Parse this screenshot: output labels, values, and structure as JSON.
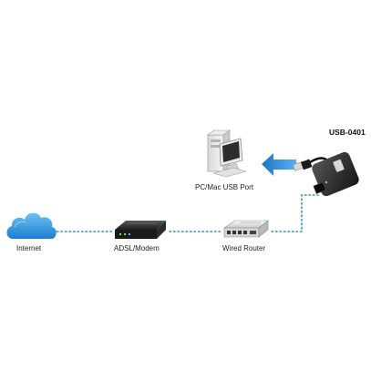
{
  "diagram": {
    "model_label": "USB-0401",
    "nodes": {
      "internet": {
        "label": "Internet",
        "icon": "cloud-icon"
      },
      "modem": {
        "label": "ADSL/Modem",
        "icon": "modem-icon"
      },
      "router": {
        "label": "Wired Router",
        "icon": "router-icon"
      },
      "pc": {
        "label": "PC/Mac USB Port",
        "icon": "computer-icon"
      },
      "adapter": {
        "icon": "usb-adapter-icon"
      }
    },
    "colors": {
      "link": "#2f8fd6",
      "arrow": "#2a7fd4",
      "cloud": "#2b8fd9"
    }
  }
}
